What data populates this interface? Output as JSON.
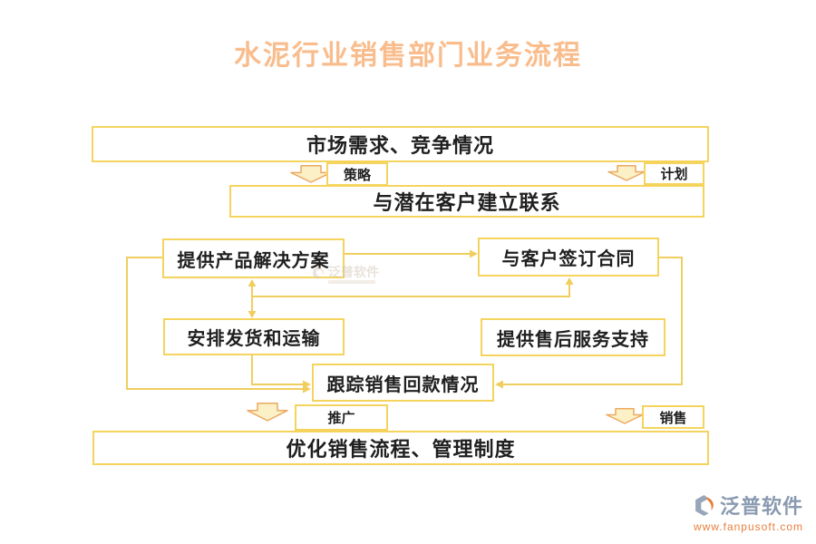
{
  "title": "水泥行业销售部门业务流程",
  "nodes": {
    "market": "市场需求、竞争情况",
    "contact": "与潜在客户建立联系",
    "solution": "提供产品解决方案",
    "contract": "与客户签订合同",
    "shipping": "安排发货和运输",
    "aftersales": "提供售后服务支持",
    "payment": "跟踪销售回款情况",
    "optimize": "优化销售流程、管理制度"
  },
  "labels": {
    "strategy": "策略",
    "plan": "计划",
    "promotion": "推广",
    "sales": "销售"
  },
  "watermark": {
    "brand": "泛普软件",
    "url": "www.fanpusoft.com"
  },
  "colors": {
    "title": "#F9BD8D",
    "box_border": "#F5D45E",
    "connector": "#F0CE5E",
    "arrow_fill": "#FBF0C6",
    "arrow_outline": "#EBA961",
    "text": "#1F1F1F",
    "brand_text": "#8A9AB0",
    "brand_url": "#E87E3C"
  }
}
